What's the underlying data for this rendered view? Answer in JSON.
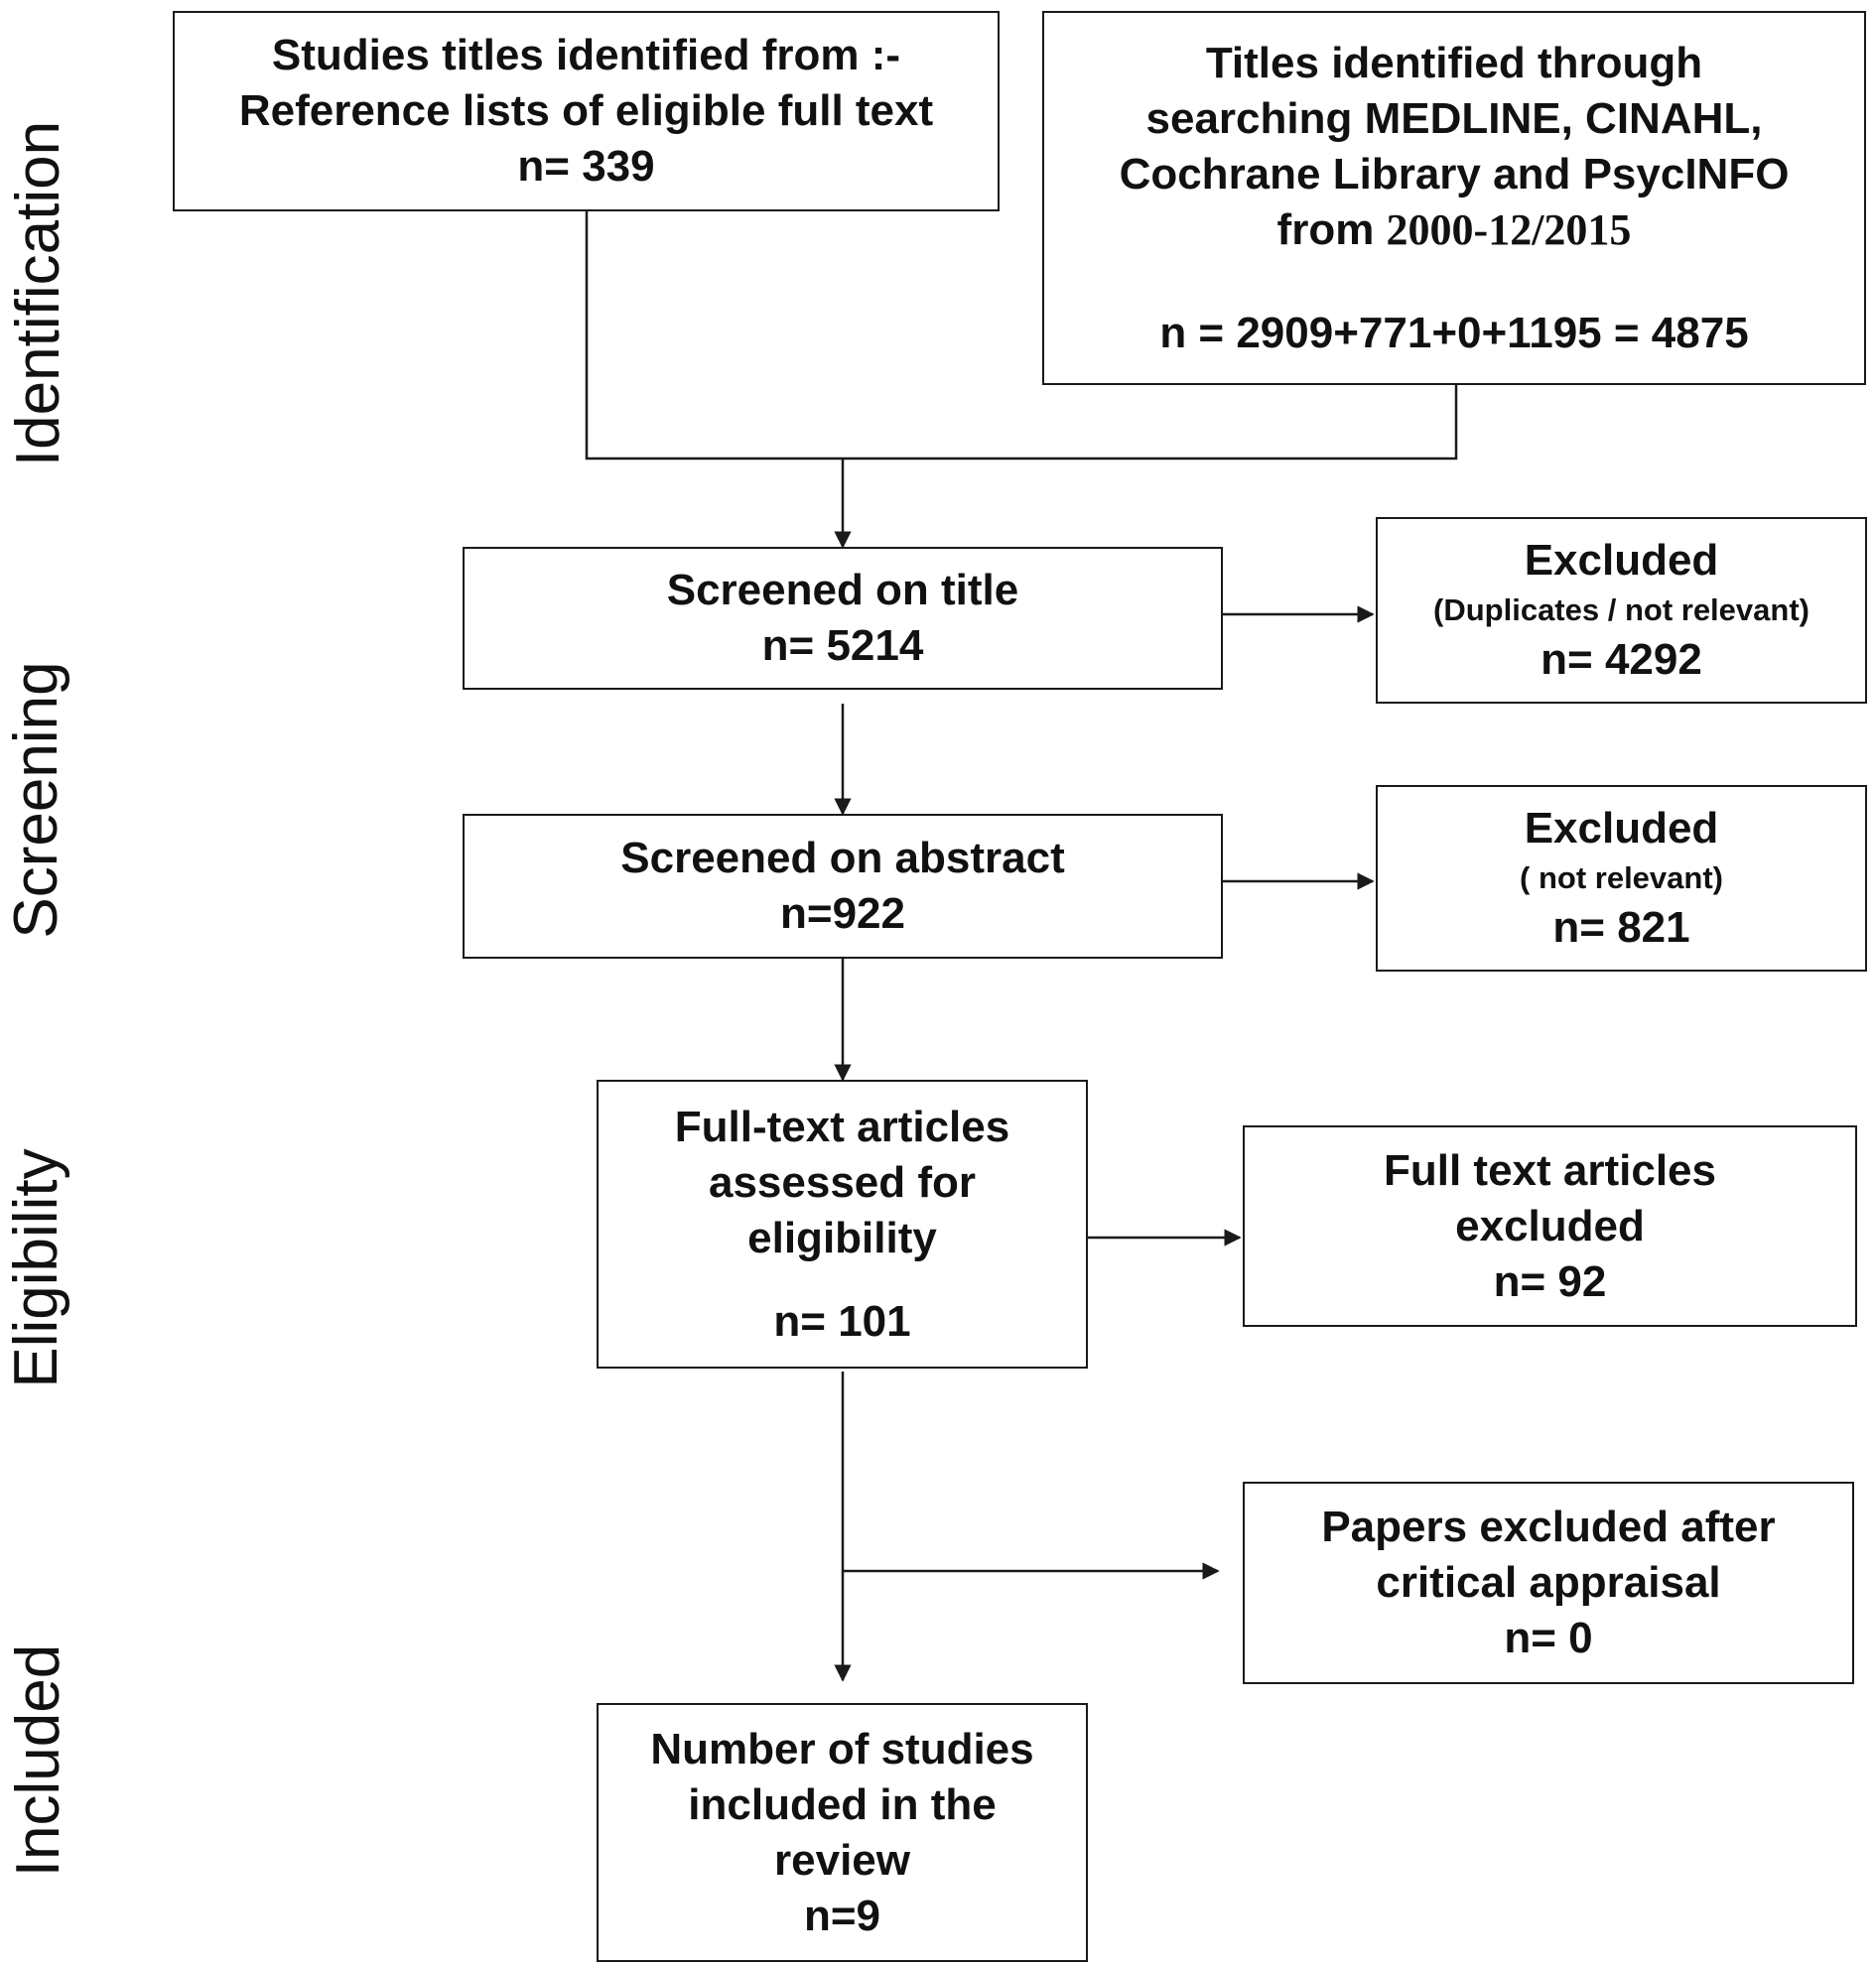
{
  "stages": {
    "identification": "Identification",
    "screening": "Screening",
    "eligibility": "Eligibility",
    "included": "Included"
  },
  "boxes": {
    "reference_lists": {
      "line1": "Studies titles identified from :-",
      "line2": "Reference lists of  eligible full text",
      "count": "n= 339"
    },
    "database_search": {
      "line1": "Titles  identified through",
      "line2": "searching MEDLINE, CINAHL,",
      "line3": "Cochrane Library and PsycINFO",
      "line4_prefix": "from ",
      "line4_dates": "2000-12/2015",
      "count": "n = 2909+771+0+1195  = 4875"
    },
    "screened_title": {
      "label": "Screened on title",
      "count": "n=  5214"
    },
    "excluded_title": {
      "label": "Excluded",
      "reason": "(Duplicates / not relevant)",
      "count": "n= 4292"
    },
    "screened_abstract": {
      "label": "Screened on abstract",
      "count": "n=922"
    },
    "excluded_abstract": {
      "label": "Excluded",
      "reason": "( not relevant)",
      "count": "n= 821"
    },
    "fulltext_assessed": {
      "line1": "Full-text articles",
      "line2": "assessed for",
      "line3": "eligibility",
      "count": "n= 101"
    },
    "fulltext_excluded": {
      "line1": "Full text articles",
      "line2": "excluded",
      "count": "n= 92"
    },
    "papers_excluded": {
      "line1": "Papers excluded after",
      "line2": "critical appraisal",
      "count": "n= 0"
    },
    "included_studies": {
      "line1": "Number of studies",
      "line2": "included in the",
      "line3": "review",
      "count": "n=9"
    }
  },
  "colors": {
    "line": "#1a1a1a",
    "text": "#111111",
    "background": "#ffffff"
  }
}
